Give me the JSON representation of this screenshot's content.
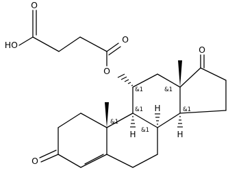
{
  "structure": {
    "atom_labels": {
      "acid_hydroxyl": "HO",
      "acid_carbonyl_oxygen": "O",
      "ester_carbonyl_oxygen": "O",
      "ester_oxygen": "O",
      "ketone_17_oxygen": "O",
      "ketone_3_oxygen": "O",
      "h_c9": "H",
      "h_c8": "H",
      "h_c14": "H"
    },
    "stereo_labels": {
      "c11": "&1",
      "c13": "&1",
      "c9": "&1",
      "c10": "&1",
      "c8": "&1",
      "c14": "&1"
    }
  }
}
